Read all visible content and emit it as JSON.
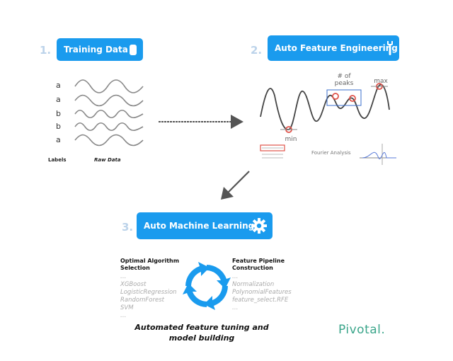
{
  "steps": [
    {
      "number": "1.",
      "title": "Training Data",
      "icon": "database-icon"
    },
    {
      "number": "2.",
      "title": "Auto Feature Engineering",
      "icon": "wrench-icon"
    },
    {
      "number": "3.",
      "title": "Auto Machine Learning",
      "icon": "gear-icon"
    }
  ],
  "training": {
    "labels": [
      "a",
      "a",
      "b",
      "b",
      "a"
    ],
    "labels_caption": "Labels",
    "raw_caption": "Raw Data"
  },
  "feature_eng": {
    "peaks_label_line1": "# of",
    "peaks_label_line2": "peaks",
    "max_label": "max",
    "min_label": "min",
    "fourier_label": "Fourier Analysis"
  },
  "automl": {
    "left_heading_line1": "Optimal Algorithm",
    "left_heading_line2": "Selection",
    "left_items": "…\nXGBoost\nLogisticRegression\nRandomForest\nSVM\n…",
    "right_heading_line1": "Feature Pipeline",
    "right_heading_line2": "Construction",
    "right_items": "…\nNormalization\nPolynomialFeatures\nfeature_select.RFE\n…",
    "tagline_line1": "Automated feature tuning and",
    "tagline_line2": "model building"
  },
  "brand": "Pivotal.",
  "colors": {
    "accent": "#1a9bee",
    "step_number": "#bcd3ea",
    "highlight": "#e0534a",
    "brand": "#3aa58a"
  }
}
